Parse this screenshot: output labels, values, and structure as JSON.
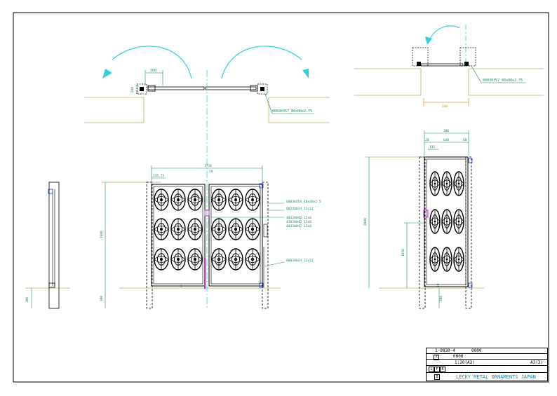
{
  "drawing": {
    "plan_left": {
      "dim_top": "300",
      "dim_side": "200",
      "part_label": "00030357_80x80x2.75"
    },
    "plan_right": {
      "part_label": "00030357_80x80x2.75",
      "dim_bottom": "300"
    },
    "elevation_left": {
      "dim_width": "1720",
      "dim_20": "20",
      "dim_top_small": "235.73",
      "dim_height": "1600",
      "dim_below": "300",
      "dim_bottom_small": "8",
      "callouts": [
        "00030354_40x40x2.5",
        "00240024_12x12",
        "40320042_12x6",
        "41020042_12x6",
        "44320042_12x6",
        "00030024_12x12"
      ]
    },
    "side_view": {
      "dim_below": "300"
    },
    "elevation_right": {
      "dim_width": "300",
      "dim_20": "20",
      "dim_640": "640",
      "dim_40": "40",
      "dim_131": "131",
      "dim_height": "2000",
      "dim_mid": "1050",
      "dim_below": "300",
      "dim_bottom_small": "40"
    }
  },
  "title_block": {
    "drawing_no": "1-0830-4",
    "code1": "0000",
    "code2": "0000",
    "scale": "1:20(A3)",
    "sheet_size": "A3(3)",
    "company": "LECKY METAL ORNAMENTS JAPAN",
    "views": [
      "T",
      "L",
      "F",
      "R",
      "B"
    ]
  },
  "colors": {
    "line": "#000000",
    "dim": "#1a8a6a",
    "ground": "#b8b060",
    "cyan": "#33d0dc",
    "magenta": "#c030c0",
    "blue": "#2040d0",
    "orange": "#e0a030"
  }
}
